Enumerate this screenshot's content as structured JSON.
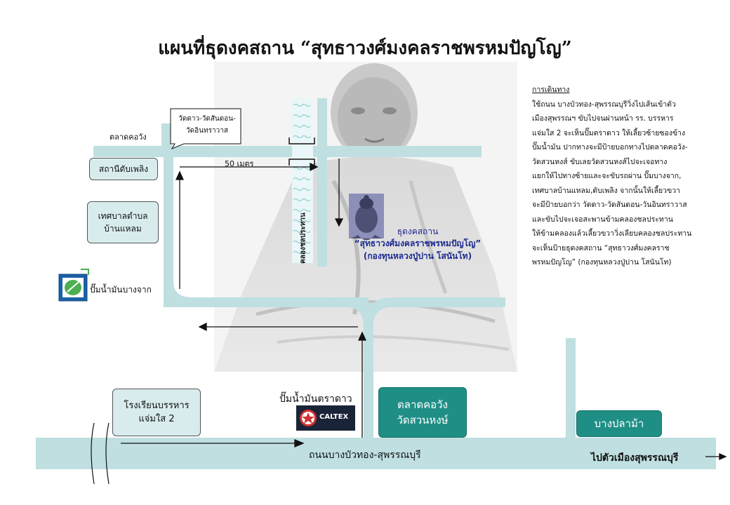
{
  "title": "แผนที่ธุดงคสถาน “สุทธาวงศ์มงคลราชพรหมปัญโญ”",
  "labels": {
    "talat_kho_wang": "ตลาดคอวัง",
    "sign_line1": "วัดดาว-วัดสันดอน-",
    "sign_line2": "วัดอินทราวาส",
    "fire_station": "สถานีดับเพลิง",
    "distance": "50 เมตร",
    "municipality_line1": "เทศบาลตำบล",
    "municipality_line2": "บ้านแหลม",
    "gas_station_bangchak": "ปั๊มน้ำมันบางจาก",
    "canal": "คลองชลประทาน",
    "destination_line1": "ธุดงคสถาน",
    "destination_line2": "“สุทธาวงศ์มงคลราชพรหมปัญโญ”",
    "destination_line3": "(กองทุนหลวงปู่ปาน โสนันโท)",
    "school_line1": "โรงเรียนบรรหาร",
    "school_line2": "แจ่มใส 2",
    "gas_station_caltex": "ปั๊มน้ำมันตราดาว",
    "caltex_logo_text": "CALTEX",
    "market_line1": "ตลาดคอวัง",
    "market_line2": "วัดสวนหงษ์",
    "bang_pla_ma": "บางปลาม้า",
    "main_road": "ถนนบางบัวทอง-สุพรรณบุรี",
    "to_suphanburi": "ไปตัวเมืองสุพรรณบุรี"
  },
  "directions": {
    "heading": "การเดินทาง",
    "lines": [
      "ใช้ถนน บางบัวทอง-สุพรรณบุรีวิ่งไปเส้นเข้าตัว",
      "เมืองสุพรรณฯ ขับไปจนผ่านหน้า รร. บรรหาร",
      "แจ่มใส 2 จะเห็นปั๊มตราดาว ให้เลี้ยวซ้ายซองข้าง",
      "ปั๊มน้ำมัน ปากทางจะมีป้ายบอกทางไปตลาดคอวัง-",
      "วัดสวนหงส์ ขับเลยวัดสวนหงส์ไปจะเจอทาง",
      "แยกให้ไปทางซ้ายและจะขับรถผ่าน ปั๊มบางจาก,",
      "เทศบาลบ้านแหลม,ดับเพลิง จากนั้นให้เลี้ยวขวา",
      "จะมีป้ายบอกว่า วัดดาว-วัดสันดอน-วันอินทราวาส",
      "และขับไปจะเจอสะพานข้ามคลองชลประทาน",
      "ให้ข้ามคลองแล้วเลี้ยวขวาวิ่งเลียบคลองชลประทาน",
      "จะเห็นป้ายธุดงคสถาน “สุทธาวงศ์มงคลราช",
      "พรหมปัญโญ” (กองทุนหลวงปู่ปาน โสนันโท)"
    ]
  },
  "colors": {
    "road": "#bfdfe1",
    "box_light": "#d8ecee",
    "box_dark": "#1f8f86",
    "destination_text": "#1c2a8f"
  }
}
